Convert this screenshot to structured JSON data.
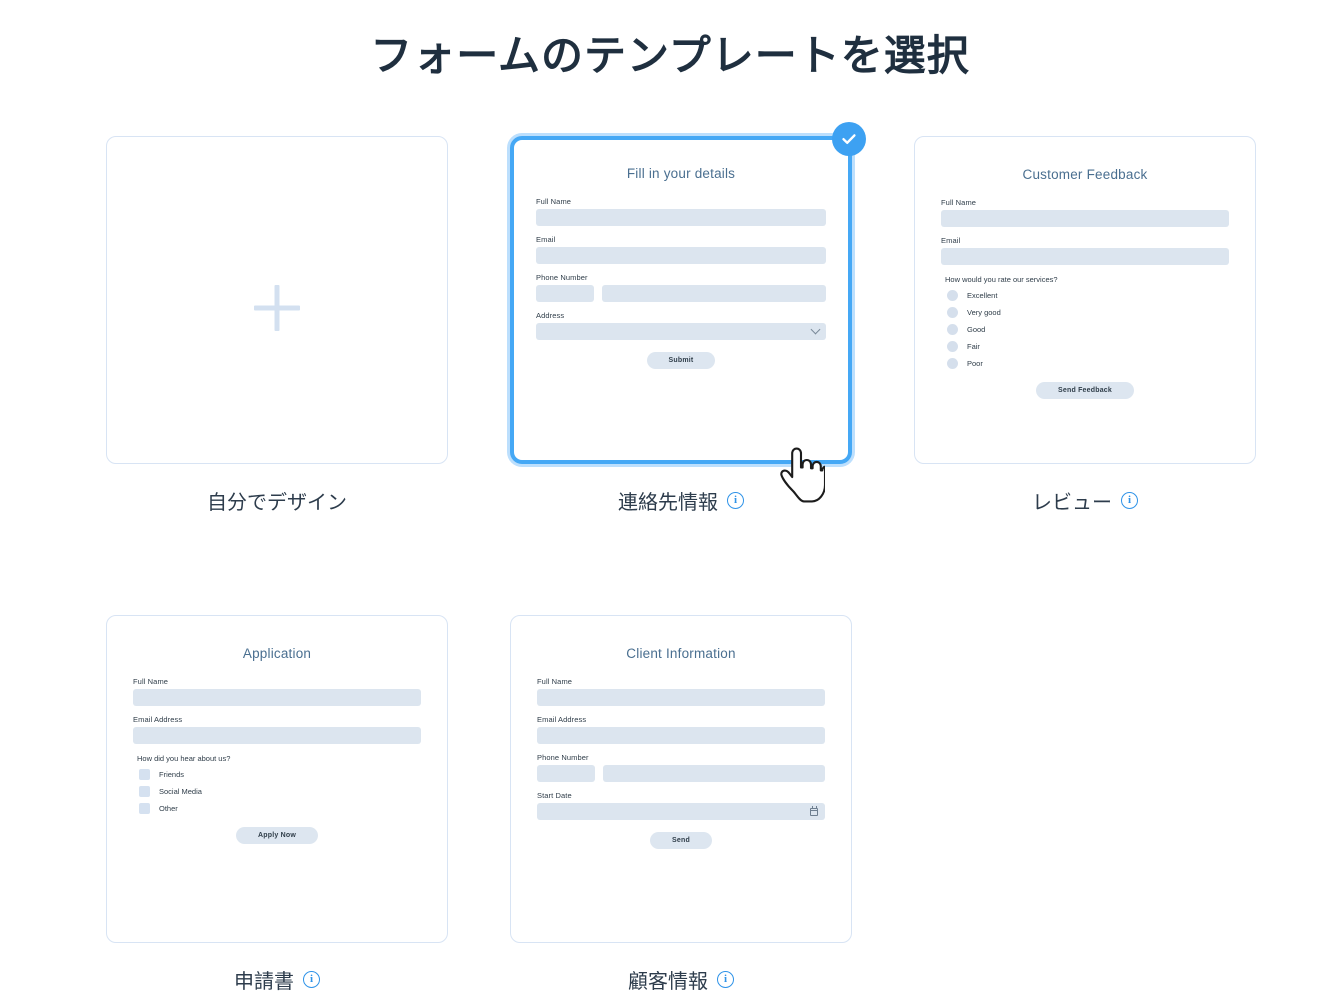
{
  "page": {
    "title": "フォームのテンプレートを選択",
    "title_color": "#1f2f3f",
    "background": "#ffffff",
    "accent_color": "#3da1f2",
    "card_border_color": "#d8e4f4",
    "field_color": "#dce5ef",
    "info_icon_color": "#2f93e8"
  },
  "icons": {
    "plus": "plus-icon",
    "info": "i",
    "check": "check-icon",
    "chevron": "chevron-down-icon",
    "calendar": "calendar-icon",
    "cursor": "hand-pointer-cursor"
  },
  "templates": [
    {
      "id": "blank",
      "caption": "自分でデザイン",
      "has_info": false,
      "selected": false,
      "kind": "blank"
    },
    {
      "id": "contact-info",
      "caption": "連絡先情報",
      "has_info": true,
      "selected": true,
      "kind": "form",
      "form": {
        "title": "Fill in your details",
        "fields": [
          {
            "label": "Full Name",
            "type": "text"
          },
          {
            "label": "Email",
            "type": "text"
          },
          {
            "label": "Phone Number",
            "type": "split"
          },
          {
            "label": "Address",
            "type": "select"
          }
        ],
        "button": "Submit"
      }
    },
    {
      "id": "review",
      "caption": "レビュー",
      "has_info": true,
      "selected": false,
      "kind": "form",
      "form": {
        "title": "Customer Feedback",
        "fields": [
          {
            "label": "Full Name",
            "type": "text"
          },
          {
            "label": "Email",
            "type": "text"
          }
        ],
        "question": "How would you rate our services?",
        "option_type": "radio",
        "options": [
          "Excellent",
          "Very good",
          "Good",
          "Fair",
          "Poor"
        ],
        "button": "Send Feedback"
      }
    },
    {
      "id": "application",
      "caption": "申請書",
      "has_info": true,
      "selected": false,
      "kind": "form",
      "form": {
        "title": "Application",
        "fields": [
          {
            "label": "Full Name",
            "type": "text"
          },
          {
            "label": "Email Address",
            "type": "text"
          }
        ],
        "question": "How did you hear about us?",
        "option_type": "checkbox",
        "options": [
          "Friends",
          "Social Media",
          "Other"
        ],
        "button": "Apply Now"
      }
    },
    {
      "id": "client-info",
      "caption": "顧客情報",
      "has_info": true,
      "selected": false,
      "kind": "form",
      "form": {
        "title": "Client Information",
        "fields": [
          {
            "label": "Full Name",
            "type": "text"
          },
          {
            "label": "Email Address",
            "type": "text"
          },
          {
            "label": "Phone Number",
            "type": "split"
          },
          {
            "label": "Start Date",
            "type": "date"
          }
        ],
        "button": "Send"
      }
    }
  ]
}
